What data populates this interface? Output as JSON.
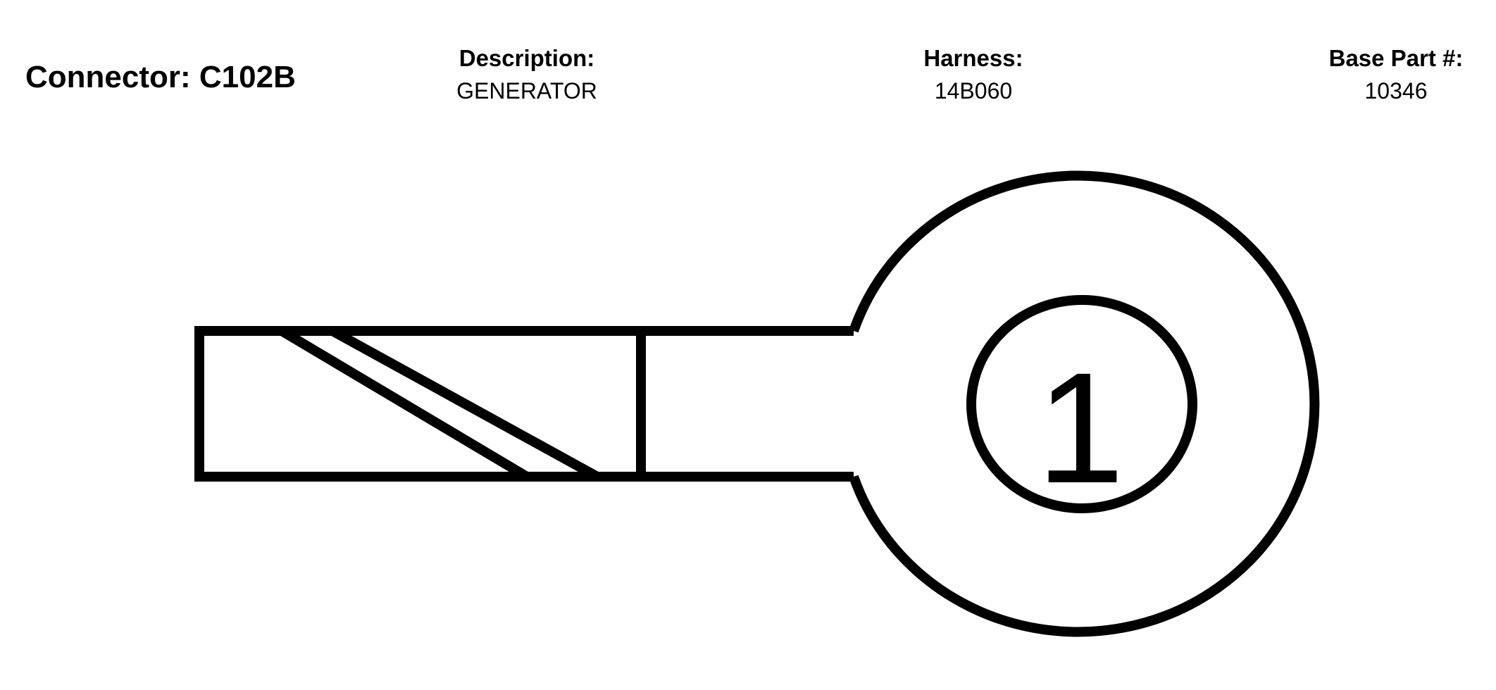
{
  "connector": {
    "label": "Connector:",
    "id": "C102B",
    "title": "Connector: C102B"
  },
  "description": {
    "label": "Description:",
    "value": "GENERATOR"
  },
  "harness": {
    "label": "Harness:",
    "value": "14B060"
  },
  "base_part": {
    "label": "Base Part #:",
    "value": "10346"
  },
  "diagram": {
    "terminal_number": "1",
    "stroke_color": "#000000",
    "background_color": "#ffffff"
  }
}
